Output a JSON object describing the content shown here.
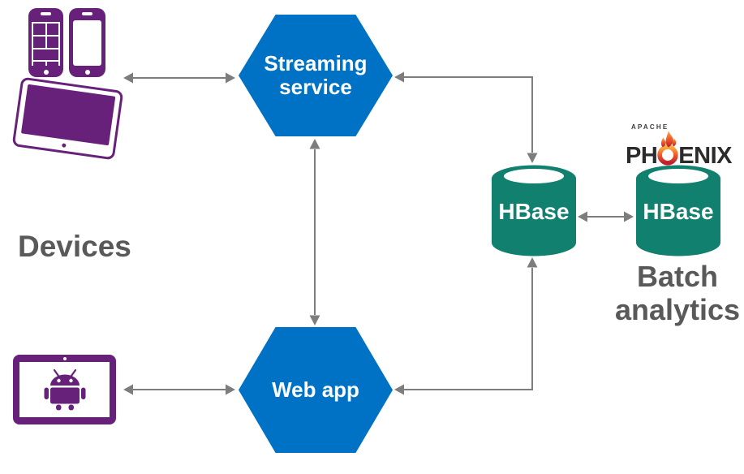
{
  "nodes": {
    "streaming_service": {
      "line1": "Streaming",
      "line2": "service"
    },
    "web_app": {
      "label": "Web app"
    },
    "hbase_streaming": {
      "label": "HBase"
    },
    "hbase_batch": {
      "label": "HBase"
    }
  },
  "labels": {
    "devices": "Devices",
    "batch_line1": "Batch",
    "batch_line2": "analytics"
  },
  "logo": {
    "apache": "APACHE",
    "name_prefix": "PH",
    "name_suffix": "ENIX"
  },
  "icons": {
    "tiles_phone": "windows-phone-icon",
    "smartphone": "smartphone-icon",
    "tablet": "tablet-icon",
    "android_tablet": "android-tablet-icon",
    "android_robot": "android-robot-icon",
    "database": "database-cylinder-icon",
    "flame": "phoenix-flame-icon"
  },
  "colors": {
    "node_blue": "#0072c6",
    "database_teal": "#12806f",
    "device_purple": "#68217a",
    "connector_gray": "#7d7d7d",
    "label_gray": "#595959",
    "logo_text": "#2b2b2b",
    "flame_top": "#fcb040",
    "flame_mid": "#f05a28",
    "flame_bottom": "#be1e2d"
  }
}
